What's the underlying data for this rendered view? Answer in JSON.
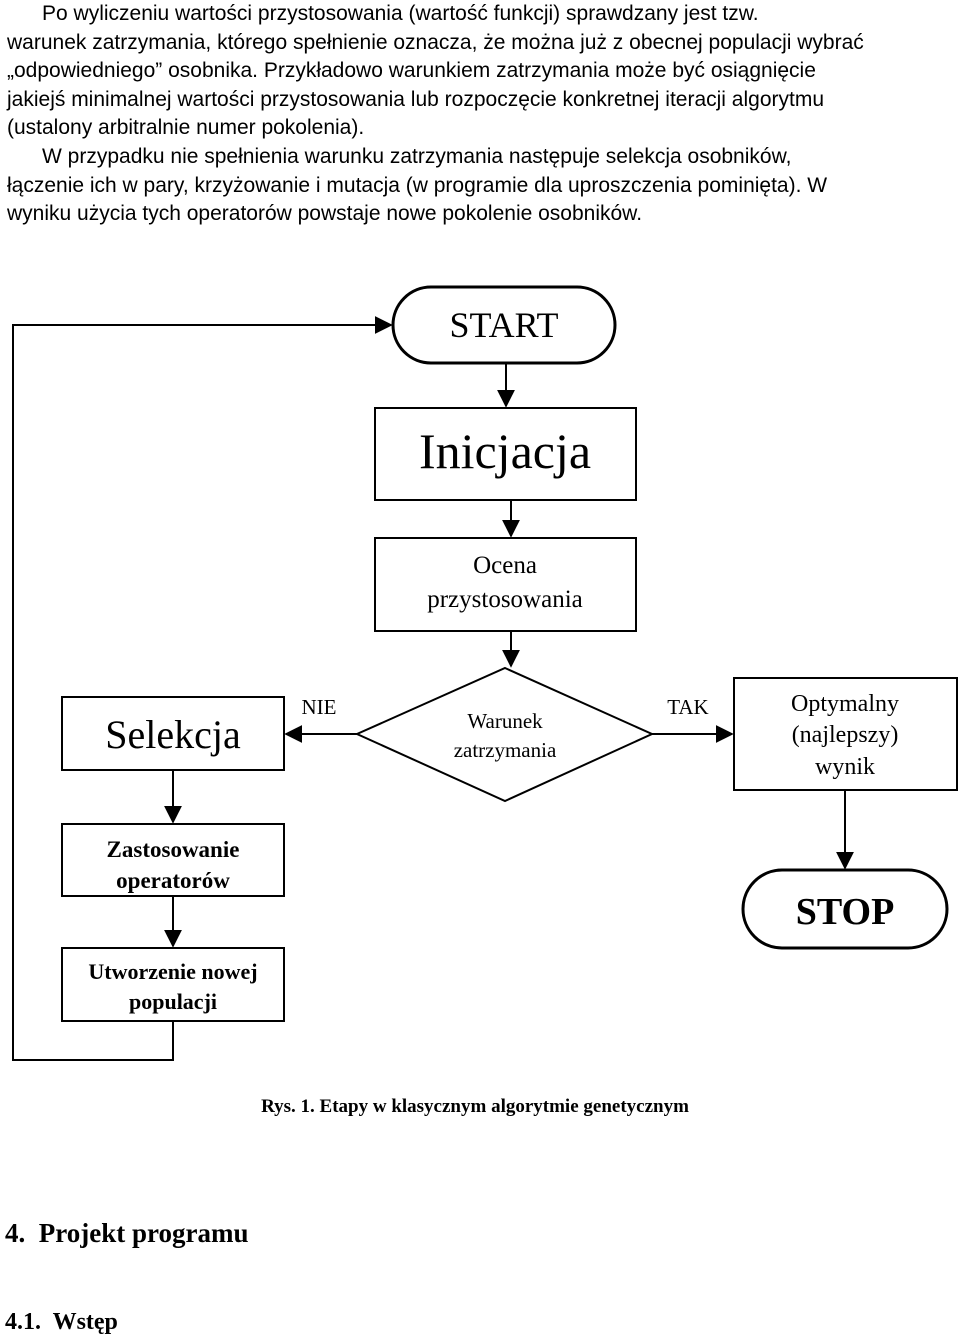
{
  "paragraph1": {
    "lines": [
      "      Po wyliczeniu wartości przystosowania (wartość funkcji) sprawdzany jest tzw.",
      "warunek zatrzymania, którego spełnienie oznacza, że można już z obecnej populacji wybrać",
      "„odpowiedniego” osobnika. Przykładowo warunkiem zatrzymania może być osiągnięcie",
      "jakiejś minimalnej wartości przystosowania lub rozpoczęcie konkretnej iteracji algorytmu",
      "(ustalony arbitralnie numer pokolenia)."
    ]
  },
  "paragraph2": {
    "lines": [
      "      W przypadku nie spełnienia warunku zatrzymania następuje selekcja osobników,",
      "łączenie ich w pary, krzyżowanie i mutacja (w programie dla uproszczenia pominięta). W",
      "wyniku użycia tych operatorów powstaje nowe pokolenie osobników."
    ]
  },
  "flowchart": {
    "start": "START",
    "init": "Inicjacja",
    "eval_line1": "Ocena",
    "eval_line2": "przystosowania",
    "condition_line1": "Warunek",
    "condition_line2": "zatrzymania",
    "no_label": "NIE",
    "yes_label": "TAK",
    "selection": "Selekcja",
    "optimal_line1": "Optymalny",
    "optimal_line2": "(najlepszy)",
    "optimal_line3": "wynik",
    "operators_line1": "Zastosowanie",
    "operators_line2": "operatorów",
    "newpop_line1": "Utworzenie nowej",
    "newpop_line2": "populacji",
    "stop": "STOP"
  },
  "caption": "Rys. 1. Etapy w klasycznym algorytmie genetycznym",
  "section_heading": "4.  Projekt programu",
  "subsection_heading": "4.1.  Wstęp"
}
